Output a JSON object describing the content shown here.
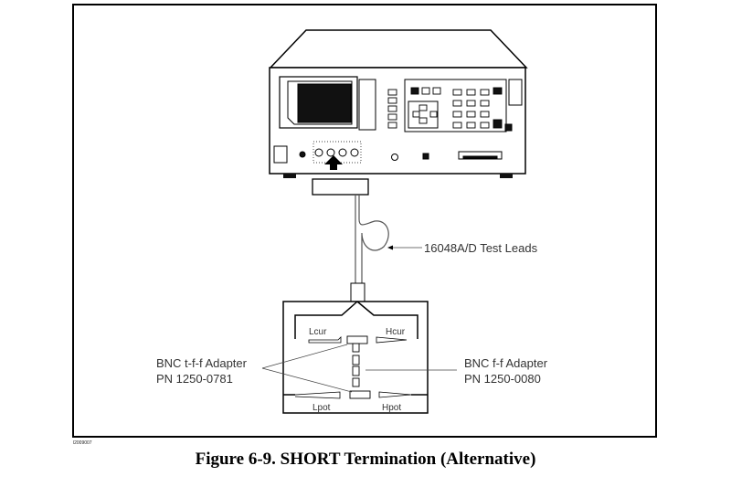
{
  "figure": {
    "caption": "Figure 6-9. SHORT Termination (Alternative)",
    "image_id": "l2009007"
  },
  "labels": {
    "test_leads": "16048A/D Test Leads",
    "lcur": "Lcur",
    "hcur": "Hcur",
    "lpot": "Lpot",
    "hpot": "Hpot",
    "tff_adapter_name": "BNC t-f-f Adapter",
    "tff_adapter_pn": "PN 1250-0781",
    "ff_adapter_name": "BNC f-f Adapter",
    "ff_adapter_pn": "PN 1250-0080"
  }
}
